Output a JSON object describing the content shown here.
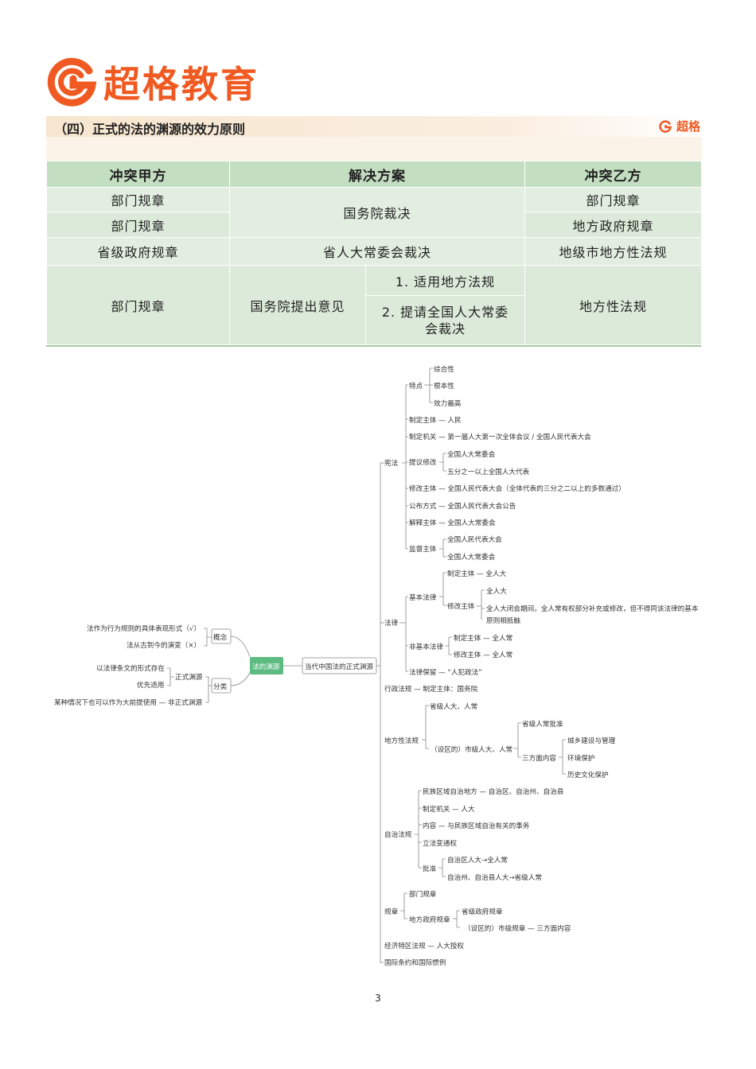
{
  "brand": {
    "name": "超格教育",
    "short": "超格",
    "accent": "#f05a22"
  },
  "section": {
    "title": "（四）正式的法的渊源的效力原则"
  },
  "table": {
    "headers": [
      "冲突甲方",
      "解决方案",
      "冲突乙方"
    ],
    "r1_a": "部门规章",
    "r1_b": "部门规章",
    "r1_c": "国务院裁决",
    "r2_a": "部门规章",
    "r2_b": "地方政府规章",
    "r3_a": "省级政府规章",
    "r3_c": "省人大常委会裁决",
    "r3_b": "地级市地方性法规",
    "r4_a": "部门规章",
    "r4_c": "国务院提出意见",
    "r4_s1": "1. 适用地方法规",
    "r4_s2": "2. 提请全国人大常委会裁决",
    "r4_b": "地方性法规"
  },
  "mindmap": {
    "root": "法的渊源",
    "left": {
      "concept": {
        "label": "概念",
        "items": [
          "法作为行为规则的具体表现形式（√）",
          "法从古到今的演变（×）"
        ]
      },
      "classify": {
        "label": "分类",
        "formal": "正式渊源",
        "formal_items": [
          "以法律条文的形式存在",
          "优先适用"
        ],
        "informal": "某种情况下也可以作为大前提使用 — 非正式渊源"
      }
    },
    "main": "当代中国法的正式渊源",
    "constitution": {
      "label": "宪法",
      "features": "特点",
      "feature_items": [
        "综合性",
        "根本性",
        "效力最高"
      ],
      "maker": "制定主体 — 人民",
      "organ": "制定机关 — 第一届人大第一次全体会议 / 全国人民代表大会",
      "propose": "提议修改",
      "propose_items": [
        "全国人大常委会",
        "五分之一以上全国人大代表"
      ],
      "amend": "修改主体 — 全国人民代表大会（全体代表的三分之二以上的多数通过）",
      "publish": "公布方式 — 全国人民代表大会公告",
      "interpret": "解释主体 — 全国人大常委会",
      "supervise": "监督主体",
      "supervise_items": [
        "全国人民代表大会",
        "全国人大常委会"
      ]
    },
    "law": {
      "label": "法律",
      "basic": "基本法律",
      "basic_maker": "制定主体 — 全人大",
      "basic_amend": "修改主体",
      "basic_amend_items": [
        "全人大",
        "全人大闭会期间，全人常有权部分补充或修改，但不得同该法律的基本",
        "原则相抵触"
      ],
      "nonbasic": "非基本法律",
      "nonbasic_items": [
        "制定主体 — 全人常",
        "修改主体 — 全人常"
      ],
      "reserve": "法律保留 — “人犯政法”"
    },
    "admin": "行政法规 — 制定主体：国务院",
    "local": {
      "label": "地方性法规",
      "province": "省级人大、人常",
      "city": "（设区的）市级人大、人常",
      "approve": "省级人常批准",
      "three": "三方面内容",
      "three_items": [
        "城乡建设与管理",
        "环境保护",
        "历史文化保护"
      ]
    },
    "autonomy": {
      "label": "自治法规",
      "items": [
        "民族区域自治地方 — 自治区、自治州、自治县",
        "制定机关 — 人大",
        "内容 — 与民族区域自治有关的事务",
        "立法变通权"
      ],
      "approve": "批准",
      "approve_items": [
        "自治区人大→全人常",
        "自治州、自治县人大→省级人常"
      ]
    },
    "rules": {
      "label": "规章",
      "dept": "部门规章",
      "localgov": "地方政府规章",
      "localgov_items": [
        "省级政府规章",
        "（设区的）市级规章 — 三方面内容"
      ]
    },
    "sez": "经济特区法规 — 人大授权",
    "intl": "国际条约和国际惯例"
  },
  "page": {
    "number": "3"
  }
}
